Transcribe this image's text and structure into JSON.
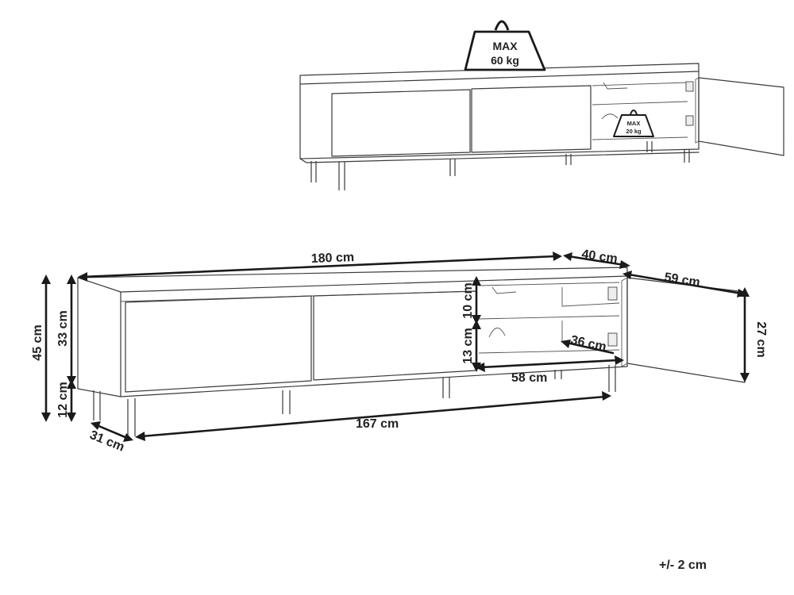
{
  "weights": {
    "top": {
      "line1": "MAX",
      "line2": "60 kg"
    },
    "shelf": {
      "line1": "MAX",
      "line2": "20 kg"
    }
  },
  "dimensions": {
    "width": "180 cm",
    "depth": "40 cm",
    "door_width": "59 cm",
    "total_height": "45 cm",
    "body_height": "33 cm",
    "leg_height": "12 cm",
    "compartment_upper": "10 cm",
    "compartment_lower": "13 cm",
    "door_height": "27 cm",
    "inner_depth": "36 cm",
    "inner_width": "58 cm",
    "leg_span": "167 cm",
    "leg_depth": "31 cm"
  },
  "tolerance": "+/- 2 cm",
  "colors": {
    "line": "#3a3a3a",
    "dimension": "#1a1a1a",
    "text": "#222222"
  }
}
